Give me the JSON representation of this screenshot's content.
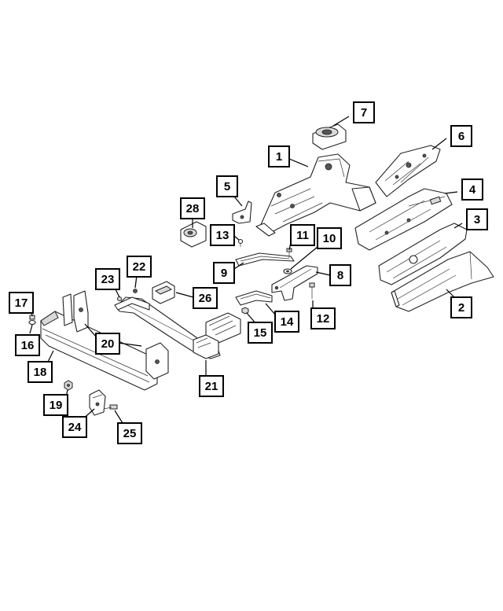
{
  "diagram": {
    "callouts": [
      {
        "label": "1",
        "part": "front-frame-rail-assembly"
      },
      {
        "label": "2",
        "part": "rear-frame-rail-section"
      },
      {
        "label": "3",
        "part": "lower-rail-extension"
      },
      {
        "label": "4",
        "part": "upper-rail-reinforcement"
      },
      {
        "label": "5",
        "part": "mounting-bracket"
      },
      {
        "label": "6",
        "part": "inner-rail-panel"
      },
      {
        "label": "7",
        "part": "strut-tower-cap"
      },
      {
        "label": "8",
        "part": "support-arm"
      },
      {
        "label": "9",
        "part": "cross-brace-strip"
      },
      {
        "label": "10",
        "part": "washer"
      },
      {
        "label": "11",
        "part": "small-screw"
      },
      {
        "label": "12",
        "part": "long-bolt"
      },
      {
        "label": "13",
        "part": "pin-fastener"
      },
      {
        "label": "14",
        "part": "rail-bracket"
      },
      {
        "label": "15",
        "part": "nut"
      },
      {
        "label": "16",
        "part": "washer"
      },
      {
        "label": "17",
        "part": "bolt"
      },
      {
        "label": "18",
        "part": "bumper-reinforcement-beam"
      },
      {
        "label": "19",
        "part": "hex-nut"
      },
      {
        "label": "20",
        "part": "beam-end-bracket"
      },
      {
        "label": "21",
        "part": "energy-absorber-bar"
      },
      {
        "label": "22",
        "part": "nut"
      },
      {
        "label": "23",
        "part": "screw"
      },
      {
        "label": "24",
        "part": "tow-hook-bracket"
      },
      {
        "label": "25",
        "part": "bolt"
      },
      {
        "label": "26",
        "part": "absorber-mount-blocks"
      },
      {
        "label": "28",
        "part": "isolator-mount"
      }
    ]
  }
}
